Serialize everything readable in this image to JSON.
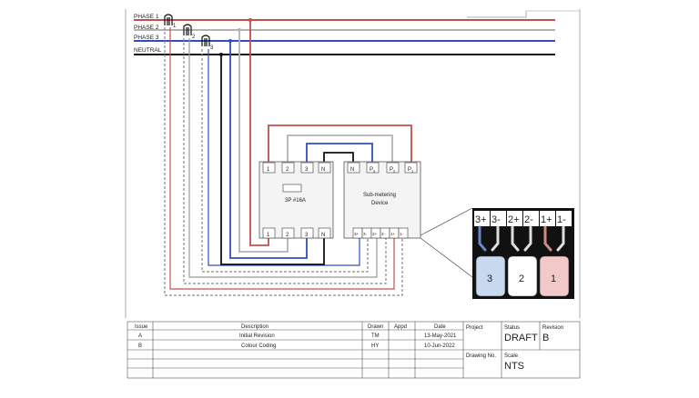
{
  "phases": {
    "p1": "PHASE 1",
    "p2": "PHASE 2",
    "p3": "PHASE 3",
    "neutral": "NEUTRAL"
  },
  "ct_labels": [
    "1",
    "2",
    "3"
  ],
  "breaker": {
    "top_terminals": [
      "1",
      "2",
      "3",
      "N"
    ],
    "bottom_terminals": [
      "1",
      "2",
      "3",
      "N"
    ],
    "rating": "3P #16A"
  },
  "meter": {
    "title_line1": "Sub-metering",
    "title_line2": "Device",
    "top_terminals": [
      "N",
      "P",
      "P",
      "P"
    ],
    "top_subscripts": [
      "",
      "3",
      "2",
      "1"
    ],
    "bottom_terminals": [
      "3+",
      "3-",
      "2+",
      "2-",
      "1+",
      "1-"
    ]
  },
  "zoom": {
    "terminals": [
      "3+",
      "3-",
      "2+",
      "2-",
      "1+",
      "1-"
    ],
    "cables": [
      "3",
      "2",
      "1"
    ]
  },
  "colors": {
    "phase1": "#c0504d",
    "phase2": "#b3b3b3",
    "phase3": "#2f4fbf",
    "neutral": "#111111",
    "cable3": "#c8d8ee",
    "cable2": "#ffffff",
    "cable1": "#f2c8c8"
  },
  "title_block": {
    "headers": [
      "Issue",
      "Description",
      "Drawn",
      "Appd",
      "Date"
    ],
    "rows": [
      [
        "A",
        "Initial Revision",
        "TM",
        "",
        "13-May-2021"
      ],
      [
        "B",
        "Colour Coding",
        "HY",
        "",
        "10-Jun-2022"
      ]
    ],
    "project_label": "Project",
    "status_label": "Status",
    "status_value": "DRAFT",
    "revision_label": "Revision",
    "revision_value": "B",
    "drawing_no_label": "Drawing No.",
    "scale_label": "Scale",
    "scale_value": "NTS"
  }
}
